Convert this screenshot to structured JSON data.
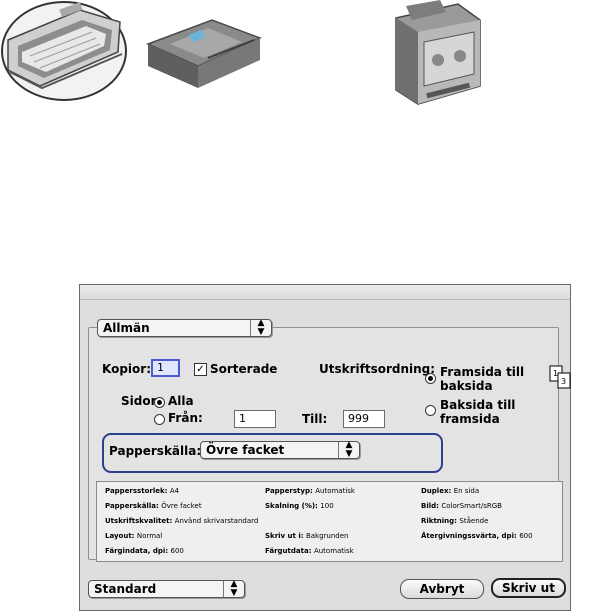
{
  "dialog": {
    "preset_popup": "Allmän",
    "copies_label": "Kopior:",
    "copies_value": "1",
    "collated_label": "Sorterade",
    "collated_checked": true,
    "order_label": "Utskriftsordning:",
    "order_front_to_back_line1": "Framsida till",
    "order_front_to_back_line2": "baksida",
    "order_back_to_front_line1": "Baksida till",
    "order_back_to_front_line2": "framsida",
    "pages_label": "Sidor:",
    "pages_all_label": "Alla",
    "pages_from_label": "Från:",
    "pages_from_value": "1",
    "pages_to_label": "Till:",
    "pages_to_value": "999",
    "paper_source_label": "Papperskälla:",
    "paper_source_value": "Övre facket",
    "summary": [
      {
        "key": "Pappersstorlek:",
        "value": "A4"
      },
      {
        "key": "Papperstyp:",
        "value": "Automatisk"
      },
      {
        "key": "Duplex:",
        "value": "En sida"
      },
      {
        "key": "Papperskälla:",
        "value": "Övre facket"
      },
      {
        "key": "Skalning (%):",
        "value": "100"
      },
      {
        "key": "Bild:",
        "value": "ColorSmart/sRGB"
      },
      {
        "key": "Utskriftskvalitet:",
        "value": "Använd skrivarstandard"
      },
      {
        "key": "Riktning:",
        "value": "Stående"
      },
      {
        "key": "Layout:",
        "value": "Normal"
      },
      {
        "key": "Skriv ut i:",
        "value": "Bakgrunden"
      },
      {
        "key": "Återgivningssvärta, dpi:",
        "value": "600"
      },
      {
        "key": "Färgindata, dpi:",
        "value": "600"
      },
      {
        "key": "Färgutdata:",
        "value": "Automatisk"
      }
    ],
    "settings_popup": "Standard",
    "cancel_label": "Avbryt",
    "print_label": "Skriv ut"
  },
  "icons": {
    "popup_arrow": "up-down-arrows-icon",
    "collated_pages": "pages-order-icon"
  },
  "colors": {
    "highlight_border": "#2c3f8f",
    "active_field": "#4b5bd4"
  }
}
